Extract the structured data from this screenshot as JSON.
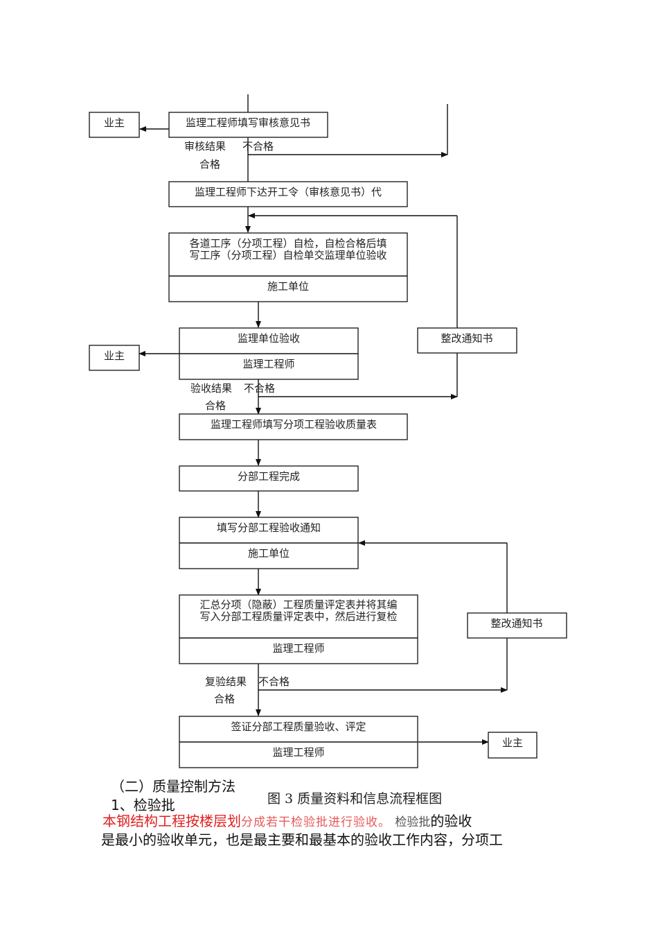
{
  "diagram": {
    "owner_label": "业主",
    "boxes": {
      "fill_review_opinion": "监理工程师填写审核意见书",
      "issue_start_order": "监理工程师下达开工令（审核意见书）代",
      "self_inspection_line1": "各道工序（分项工程）自检，自检合格后填",
      "self_inspection_line2": "写工序（分项工程）自检单交监理单位验收",
      "construction_unit": "施工单位",
      "supervision_acceptance": "监理单位验收",
      "supervising_engineer": "监理工程师",
      "rectification_notice": "整改通知书",
      "fill_quality_table": "监理工程师填写分项工程验收质量表",
      "division_complete": "分部工程完成",
      "fill_division_notice": "填写分部工程验收通知",
      "summary_line1": "汇总分项（隐蔽）工程质量评定表并将其编",
      "summary_line2": "写入分部工程质量评定表中，然后进行复检",
      "sign_off": "签证分部工程质量验收、评定"
    },
    "labels": {
      "review_result": "审核结果",
      "acceptance_result": "验收结果",
      "recheck_result": "复验结果",
      "fail": "不合格",
      "pass": "合格"
    },
    "caption": "图 3 质量资料和信息流程框图"
  },
  "text": {
    "section_heading": "（二）质量控制方法",
    "sub_heading": "1、检验批",
    "para_line1_red": "本钢结构工程按楼层划",
    "para_line1_faded": "分成若干检验批进行验收。",
    "para_line1_grey": "检验批",
    "para_line1_black": "的验收",
    "para_line2": "是最小的验收单元，也是最主要和最基本的验收工作内容，分项工"
  }
}
